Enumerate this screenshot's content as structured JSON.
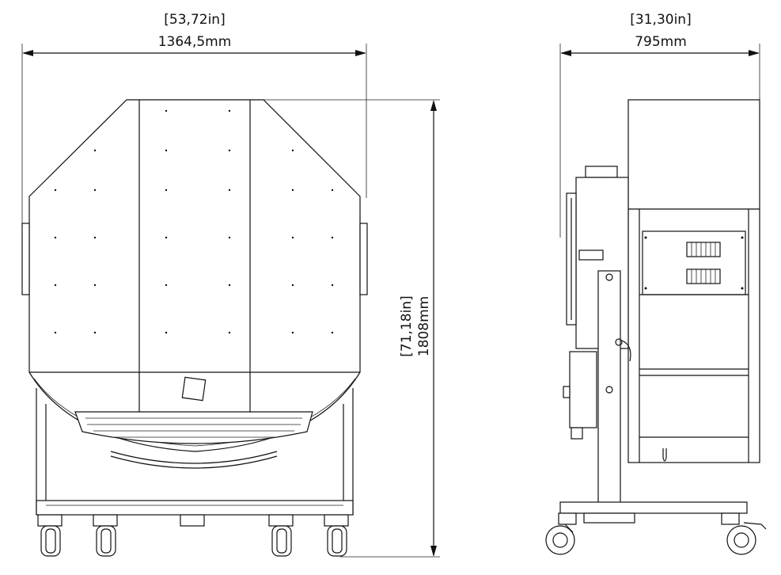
{
  "dimensions": {
    "front_width": {
      "imperial": "[53,72in]",
      "metric": "1364,5mm"
    },
    "side_width": {
      "imperial": "[31,30in]",
      "metric": "795mm"
    },
    "height": {
      "imperial": "[71,18in]",
      "metric": "1808mm"
    }
  },
  "colors": {
    "line": "#111111",
    "background": "#ffffff"
  }
}
